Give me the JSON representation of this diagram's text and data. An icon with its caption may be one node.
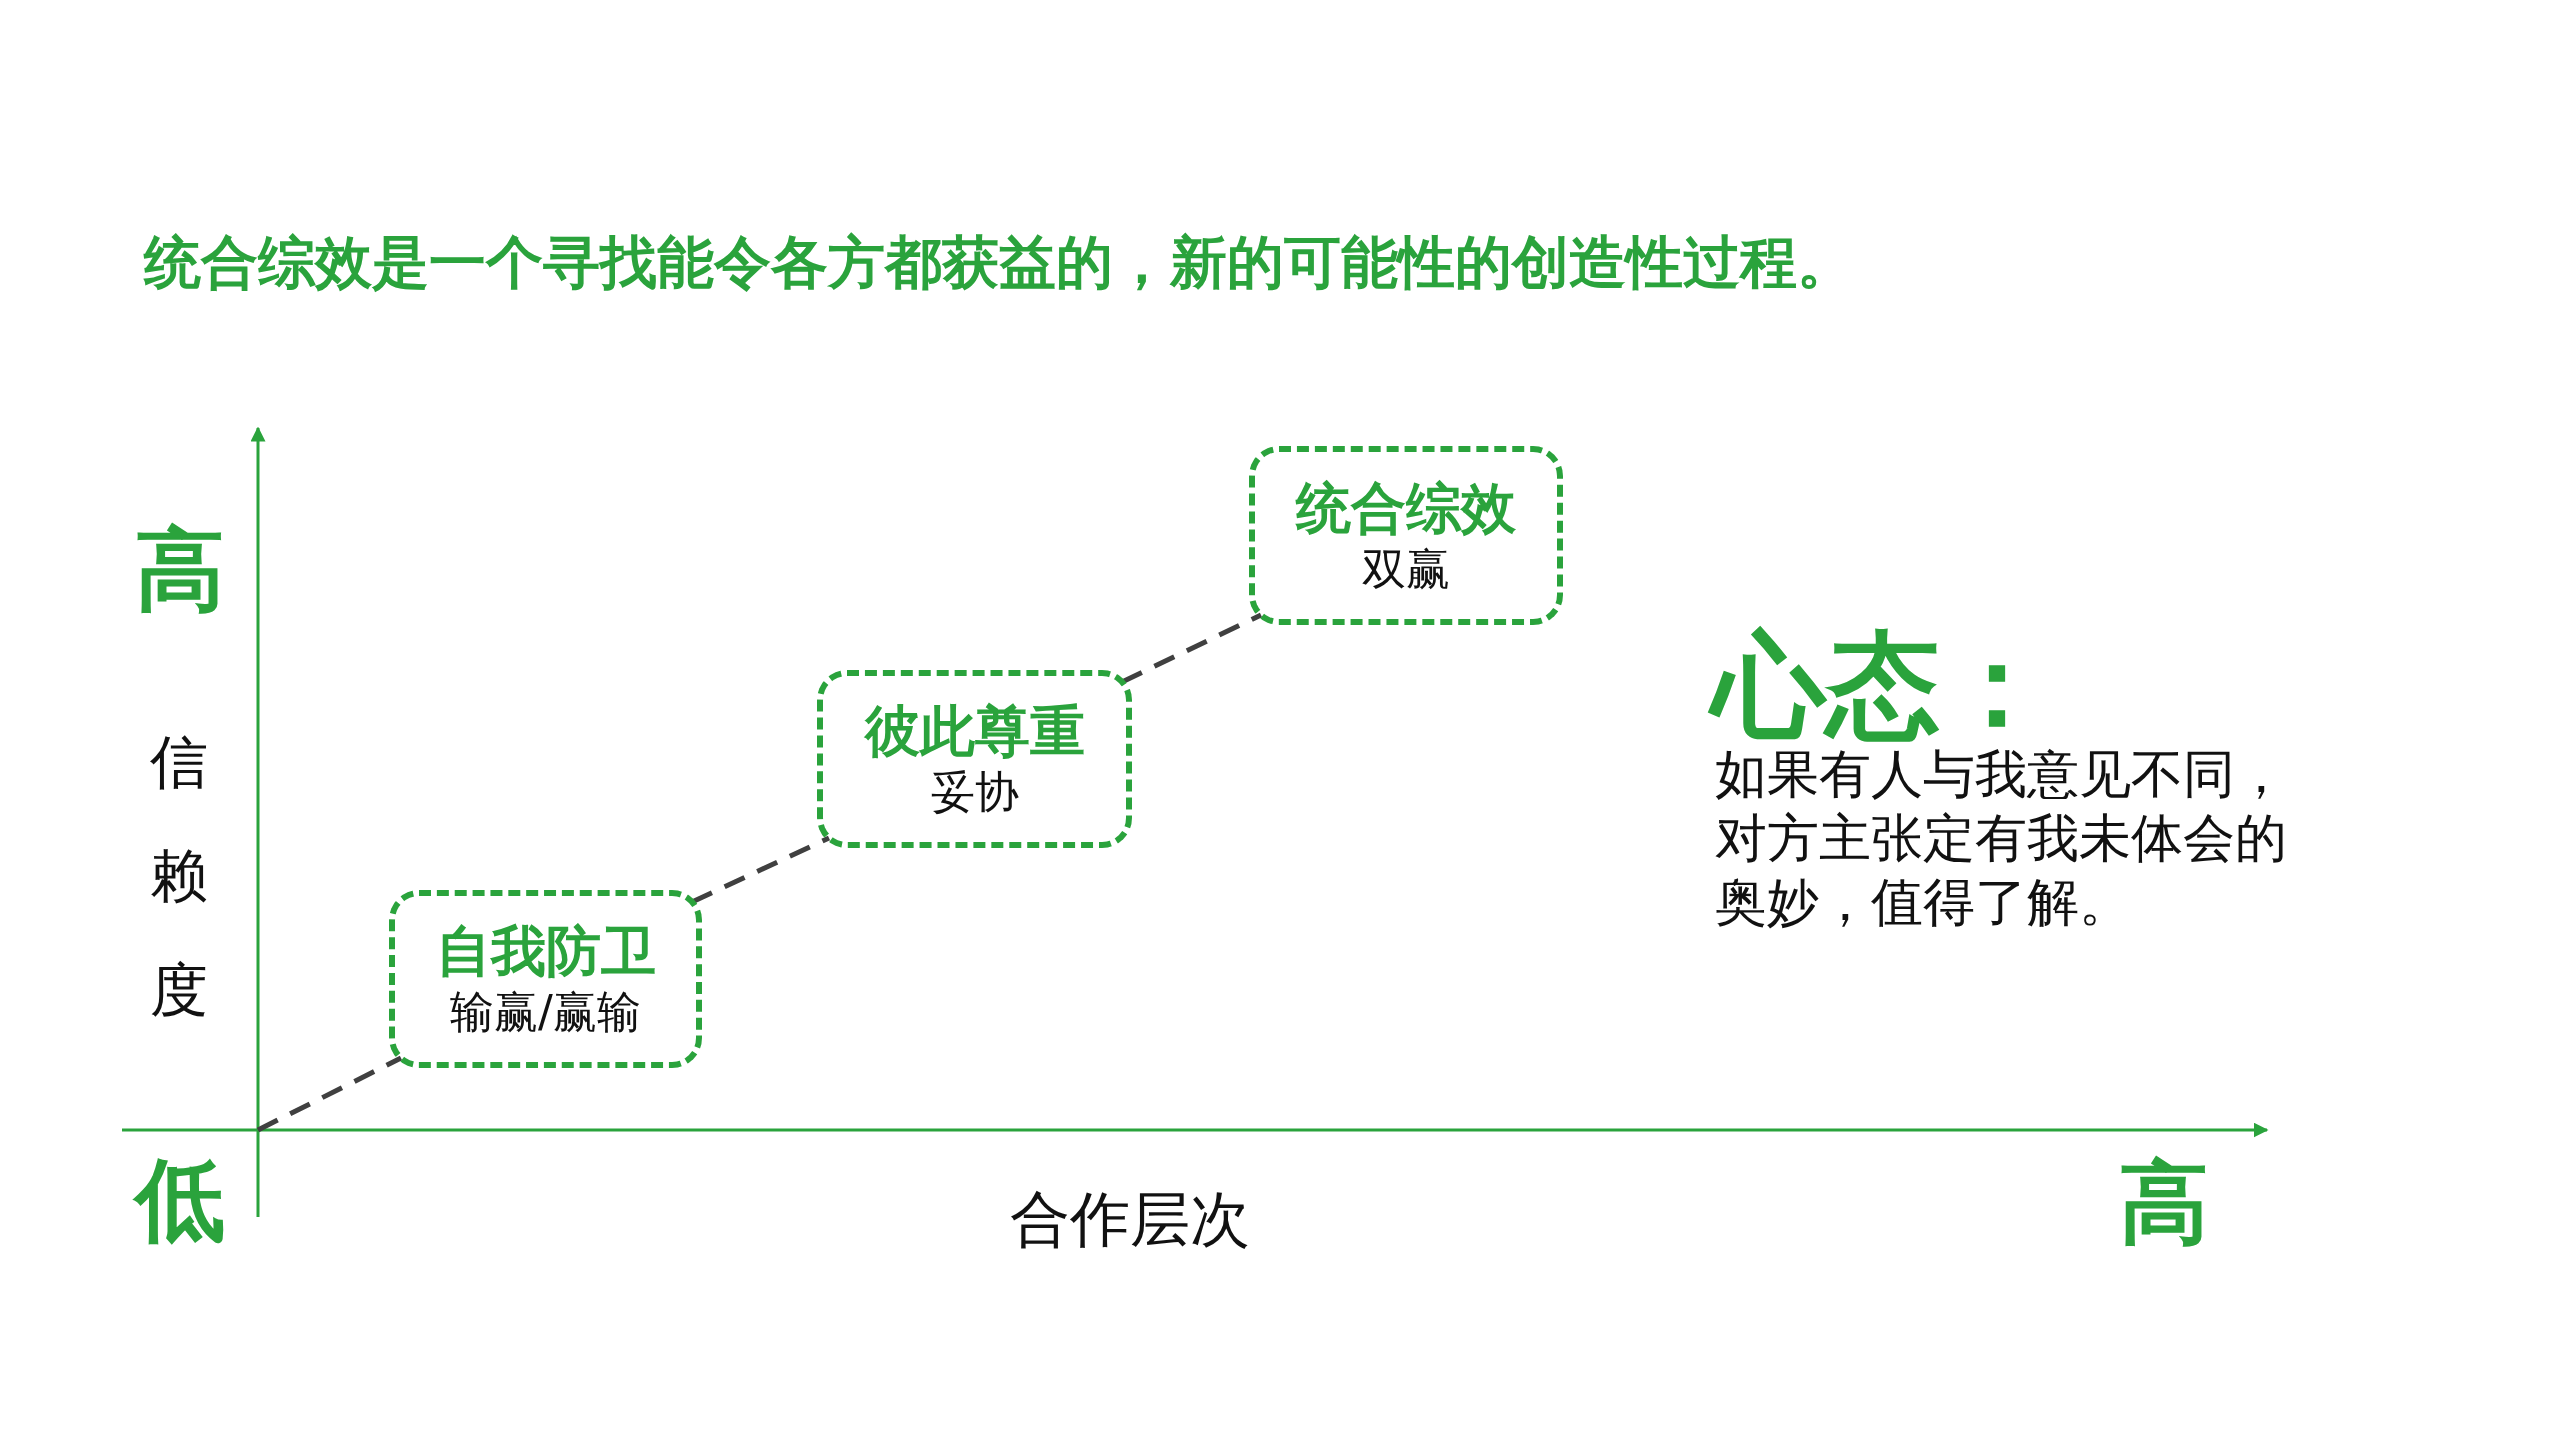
{
  "diagram": {
    "title": "统合综效是一个寻找能令各方都获益的，新的可能性的创造性过程。",
    "nodes": [
      {
        "text": [
          "自我防卫",
          "输赢/赢输"
        ]
      },
      {
        "text": [
          "彼此尊重",
          "妥协"
        ]
      },
      {
        "text": [
          "统合综效",
          "双赢"
        ]
      }
    ],
    "edges": [
      {
        "from": null,
        "to": 0,
        "arrow": "none",
        "style": "dashed"
      },
      {
        "from": 0,
        "to": 1,
        "arrow": "none",
        "style": "dashed"
      },
      {
        "from": 1,
        "to": 2,
        "arrow": "none",
        "style": "dashed"
      }
    ],
    "labels": [
      "高",
      "信赖度",
      "低",
      "合作层次",
      "高",
      "心态：",
      "如果有人与我意见不同，对方主张定有我未体会的奥妙，值得了解。"
    ]
  }
}
